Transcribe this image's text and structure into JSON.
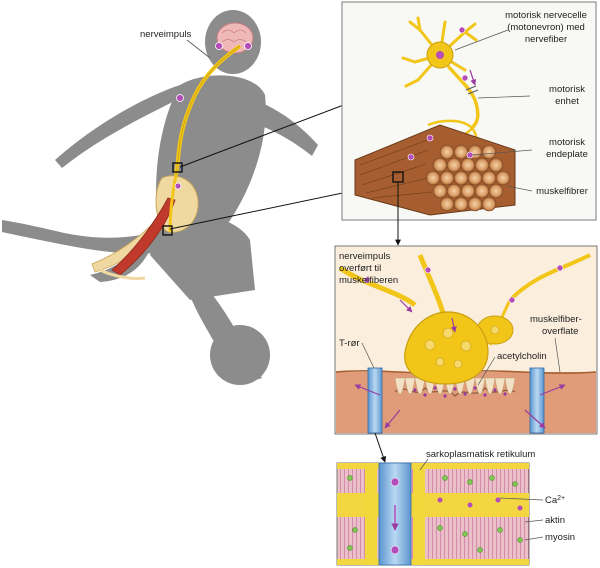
{
  "figure": {
    "labels": {
      "nerve_impulse": "nerveimpuls",
      "motor_neuron_line1": "motorisk nervecelle",
      "motor_neuron_line2": "(motonevron) med",
      "motor_neuron_line3": "nervefiber",
      "motor_unit_line1": "motorisk",
      "motor_unit_line2": "enhet",
      "end_plate_line1": "motorisk",
      "end_plate_line2": "endeplate",
      "muscle_fibers": "muskelfibrer",
      "impulse_transferred_line1": "nerveimpuls",
      "impulse_transferred_line2": "overført til",
      "impulse_transferred_line3": "muskelfiberen",
      "t_tubule": "T-rør",
      "fiber_surface_line1": "muskelfiber-",
      "fiber_surface_line2": "overflate",
      "acetylcholine": "acetylcholin",
      "sarcoplasmic_reticulum": "sarkoplasmatisk retikulum",
      "calcium_base": "Ca",
      "calcium_charge": "2+",
      "actin": "aktin",
      "myosin": "myosin"
    },
    "colors": {
      "silhouette": "#8c8c8c",
      "panel_bg": "#fbeedd",
      "nerve_yellow": "#f2c618",
      "nerve_outline": "#c9a010",
      "impulse_purple": "#b34db8",
      "muscle_brown": "#b26a3a",
      "muscle_end": "#e8b88a",
      "muscle_cell_pink": "#e9b7a0",
      "t_tubule_blue": "#6fa8dc",
      "calcium_green": "#7ec850",
      "myosin_stripe": "#cc6699",
      "leg_muscle_red": "#c0392b",
      "bone_cream": "#f0d9a0"
    }
  }
}
